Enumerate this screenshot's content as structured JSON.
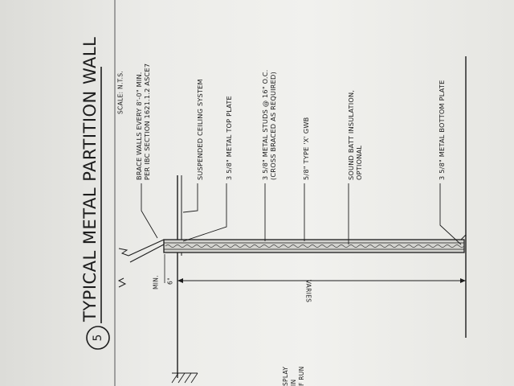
{
  "drawing": {
    "detail_number": "5",
    "title": "TYPICAL METAL PARTITION WALL",
    "scale": "SCALE: N.T.S.",
    "callouts": [
      {
        "line1": "BRACE WALLS EVERY 8'-0\" MIN.",
        "line2": "PER IBC SECTION 1621.1.2 ASCE7"
      },
      {
        "line1": "SUSPENDED CEILING SYSTEM",
        "line2": ""
      },
      {
        "line1": "3 5/8\" METAL TOP PLATE",
        "line2": ""
      },
      {
        "line1": "3 5/8\" METAL STUDS @ 16\" O.C.",
        "line2": "(CROSS BRACED AS REQUIRED)"
      },
      {
        "line1": "5/8\" TYPE 'X' GWB",
        "line2": ""
      },
      {
        "line1": "SOUND BATT INSULATION,",
        "line2": "OPTIONAL"
      },
      {
        "line1": "3 5/8\" METAL BOTTOM PLATE",
        "line2": ""
      }
    ],
    "dimension_varies": "VARIES",
    "dimension_clearance": "6\"",
    "dimension_min": "MIN.",
    "adjacent_partial": [
      "SPLAY",
      "IN",
      "F RUN"
    ]
  },
  "colors": {
    "ink": "#1d1d1d",
    "paper": "#eeeeeb"
  }
}
